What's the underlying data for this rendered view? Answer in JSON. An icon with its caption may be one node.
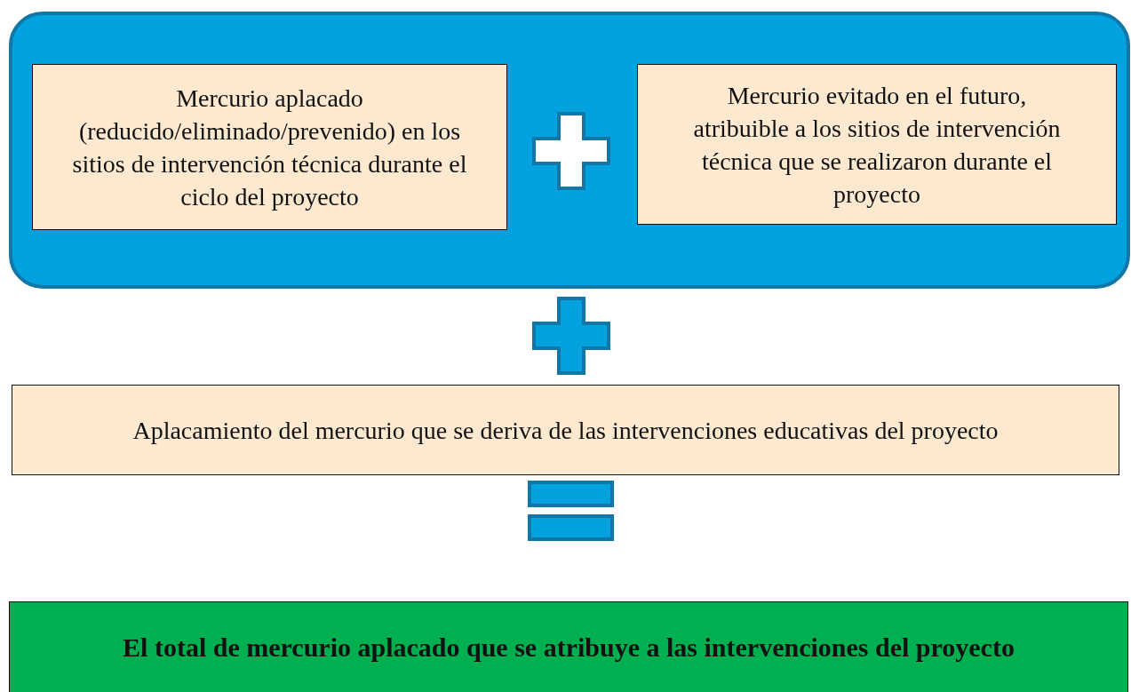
{
  "diagram": {
    "nodes": [
      {
        "text": [],
        "shape": "box"
      },
      {
        "text": [
          "Mercurio aplacado (reducido/eliminado/prevenido) en los sitios de intervención técnica durante el ciclo del proyecto"
        ],
        "in": 0
      },
      {
        "text": [
          "Mercurio evitado en el futuro, atribuible a los sitios de intervención técnica que se realizaron durante el proyecto"
        ],
        "in": 0
      },
      {
        "text": [
          "Aplacamiento del mercurio que se deriva de las intervenciones educativas del proyecto"
        ]
      },
      {
        "text": [
          "El total de mercurio aplacado que se atribuye a las intervenciones del proyecto"
        ]
      }
    ]
  }
}
